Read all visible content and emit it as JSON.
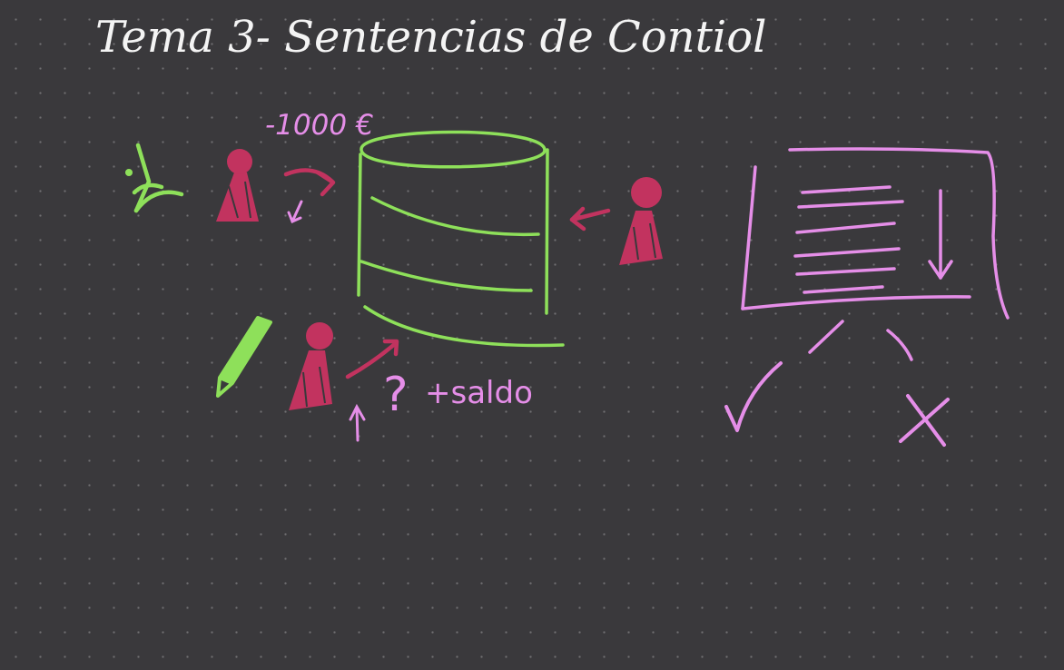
{
  "title": "Tema 3- Sentencias de Contiol",
  "labels": {
    "amount": "-1000 €",
    "question": "?",
    "saldo": "+saldo"
  },
  "icons": {
    "reader": "glasses-icon",
    "writer": "pencil-icon",
    "person": "person-icon",
    "database": "database-icon",
    "document": "document-icon",
    "check": "check-icon",
    "cross": "cross-icon"
  },
  "colors": {
    "background": "#3a393c",
    "chalk_white": "#f4f4f4",
    "green": "#8ee05a",
    "pink": "#e58ee8",
    "crimson": "#c2335f"
  }
}
